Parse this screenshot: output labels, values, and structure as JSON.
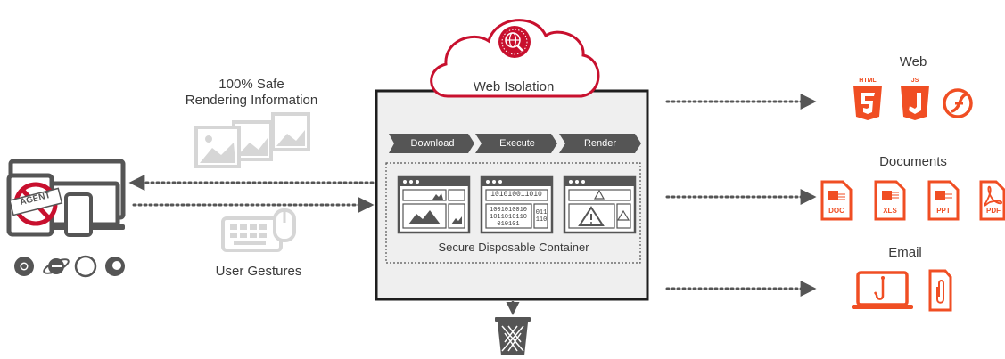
{
  "cloud": {
    "label": "Web Isolation"
  },
  "left": {
    "safe_line1": "100% Safe",
    "safe_line2": "Rendering Information",
    "gestures": "User Gestures",
    "agent_stamp": "AGENT"
  },
  "pipeline": {
    "steps": [
      "Download",
      "Execute",
      "Render"
    ],
    "binary_a": "101010011010",
    "binary_b1": "1001010010",
    "binary_b2": "1011010110",
    "binary_b3": "010101",
    "binary_c1": "011",
    "binary_c2": "110"
  },
  "container": {
    "label": "Secure Disposable Container"
  },
  "right": {
    "web": {
      "title": "Web",
      "icons": [
        "HTML",
        "JS"
      ]
    },
    "documents": {
      "title": "Documents",
      "icons": [
        "DOC",
        "XLS",
        "PPT",
        "PDF"
      ]
    },
    "email": {
      "title": "Email"
    }
  },
  "colors": {
    "accent_red": "#c8102e",
    "orange": "#f04e23",
    "dark_gray": "#555555",
    "light_gray": "#d9d9d9",
    "panel_bg": "#efefef"
  }
}
